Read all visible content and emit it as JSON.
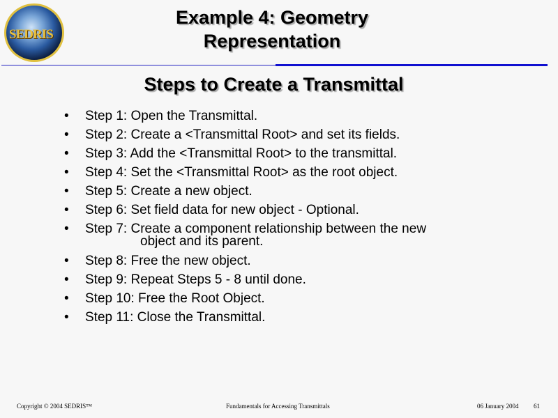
{
  "logo": {
    "text": "SEDRIS"
  },
  "title": {
    "line1": "Example 4: Geometry",
    "line2": "Representation"
  },
  "subtitle": "Steps to Create a Transmittal",
  "steps": [
    {
      "text": "Step 1: Open the Transmittal."
    },
    {
      "text": "Step 2: Create a <Transmittal Root> and set its fields."
    },
    {
      "text": "Step 3: Add the <Transmittal Root> to the transmittal."
    },
    {
      "text": "Step 4: Set the <Transmittal Root> as the root object."
    },
    {
      "text": "Step 5: Create a new object."
    },
    {
      "text": "Step 6: Set field data for new object - Optional."
    },
    {
      "text": "Step 7: Create a component relationship between the new",
      "cont": "object and its parent."
    },
    {
      "text": "Step 8: Free the new object."
    },
    {
      "text": "Step 9: Repeat Steps 5 - 8 until done."
    },
    {
      "text": "Step 10: Free the Root Object."
    },
    {
      "text": "Step 11: Close the Transmittal."
    }
  ],
  "bullet": "•",
  "footer": {
    "copyright": "Copyright © 2004 SEDRIS™",
    "course": "Fundamentals for Accessing Transmittals",
    "date": "06 January 2004",
    "page": "61"
  }
}
